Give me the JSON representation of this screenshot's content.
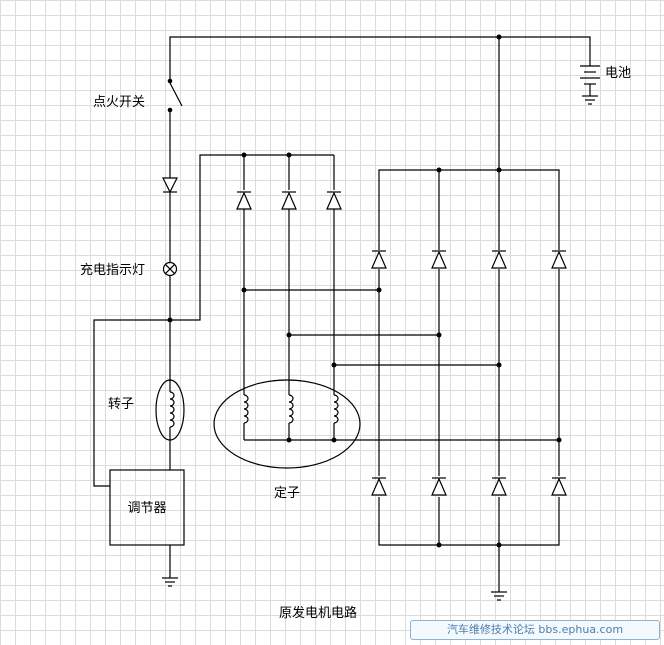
{
  "labels": {
    "ignition_switch": "点火开关",
    "battery": "电池",
    "charge_indicator": "充电指示灯",
    "rotor": "转子",
    "regulator": "调节器",
    "stator": "定子",
    "caption": "原发电机电路"
  },
  "watermark": "汽车维修技术论坛 bbs.ephua.com"
}
